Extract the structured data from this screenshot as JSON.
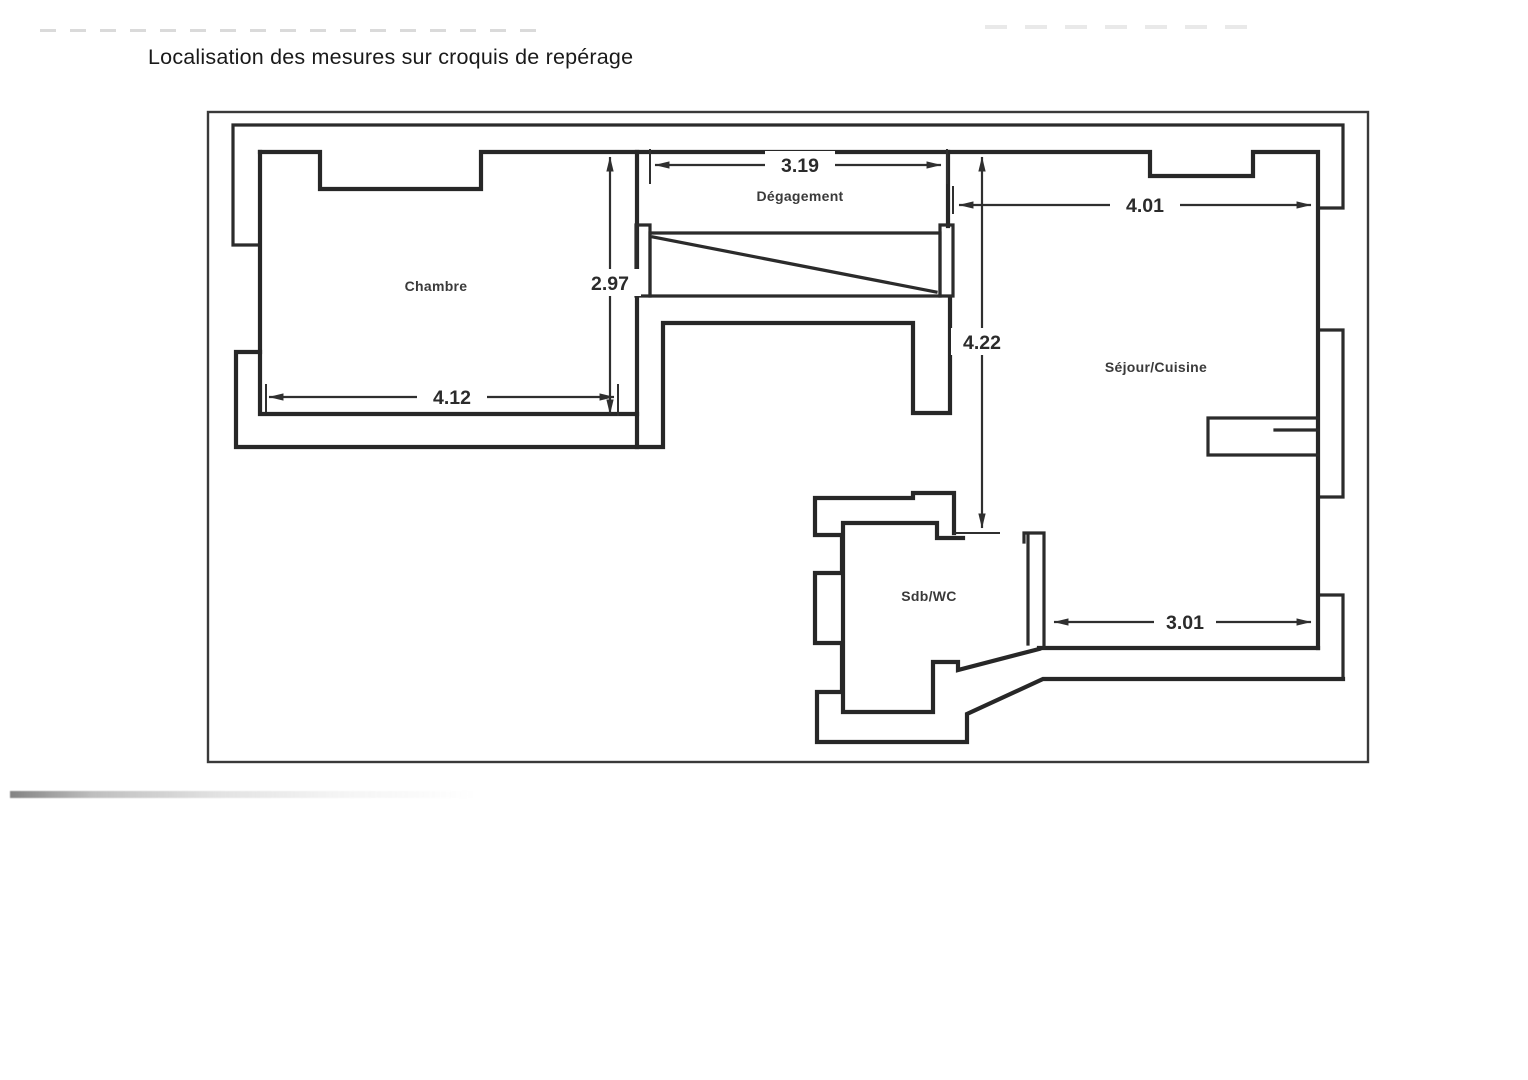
{
  "page": {
    "title": "Localisation des mesures sur croquis de repérage"
  },
  "floor_plan": {
    "rooms": [
      {
        "name": "Chambre"
      },
      {
        "name": "Dégagement"
      },
      {
        "name": "Séjour/Cuisine"
      },
      {
        "name": "Sdb/WC"
      }
    ],
    "measurements": [
      {
        "id": "degagement-width",
        "value": "3.19"
      },
      {
        "id": "sejour-top-width",
        "value": "4.01"
      },
      {
        "id": "chambre-height",
        "value": "2.97"
      },
      {
        "id": "chambre-width",
        "value": "4.12"
      },
      {
        "id": "hall-height",
        "value": "4.22"
      },
      {
        "id": "sejour-lower-width",
        "value": "3.01"
      }
    ],
    "colors": {
      "ink": "#272727",
      "paper": "#ffffff"
    }
  }
}
